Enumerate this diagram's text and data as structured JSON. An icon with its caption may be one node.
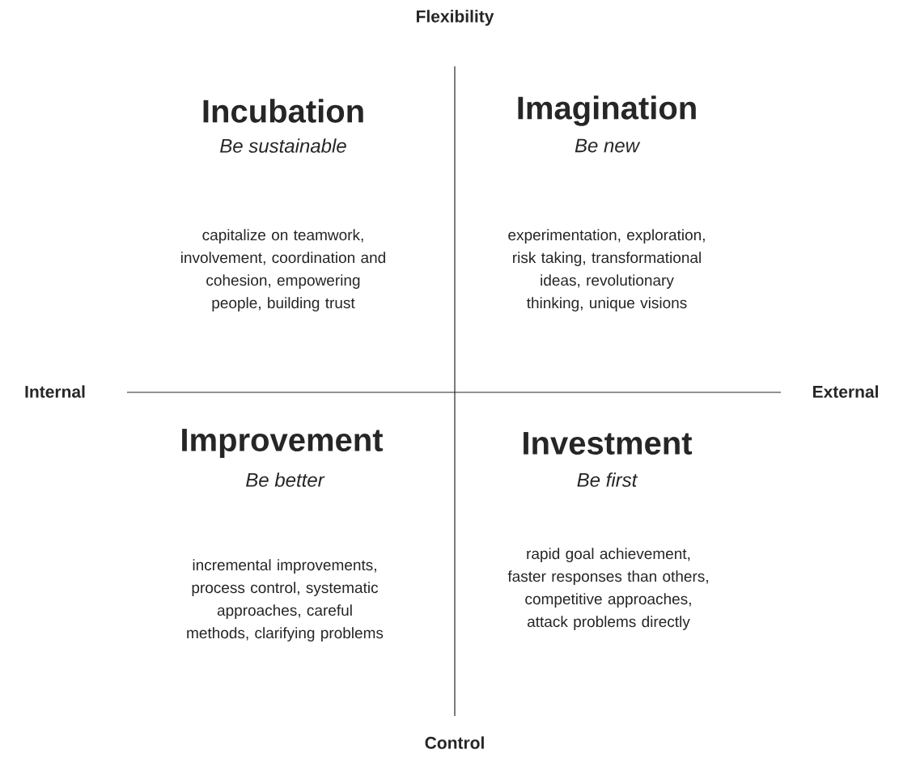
{
  "diagram": {
    "labels": [
      "Flexibility",
      "Incubation",
      "Be sustainable",
      "Imagination",
      "Be new",
      "capitalize on teamwork, involvement, coordination and cohesion, empowering people, building trust",
      "experimentation, exploration, risk taking, transformational ideas, revolutionary thinking, unique visions",
      "Internal",
      "External",
      "Improvement",
      "Be better",
      "Investment",
      "Be first",
      "incremental improvements, process control, systematic approaches, careful methods, clarifying problems",
      "rapid goal achievement, faster responses than others, competitive approaches, attack problems directly",
      "Control"
    ]
  }
}
